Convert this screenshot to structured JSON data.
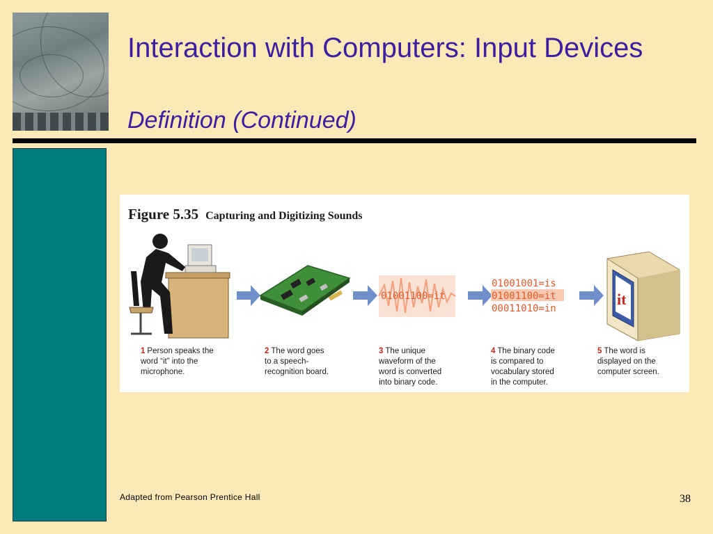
{
  "slide": {
    "title": "Interaction with Computers: Input Devices",
    "subtitle": "Definition (Continued)",
    "footer": "Adapted  from  Pearson  Prentice  Hall",
    "page_number": "38"
  },
  "figure": {
    "number": "Figure 5.35",
    "caption": "Capturing and Digitizing Sounds",
    "binary_codes": {
      "single": "01001100=it",
      "list": [
        "01001001=is",
        "01001100=it",
        "00011010=in"
      ],
      "highlighted_index": 1
    },
    "monitor_word": "it",
    "steps": [
      {
        "num": "1",
        "text": "Person speaks the\nword “it” into the\nmicrophone."
      },
      {
        "num": "2",
        "text": "The word goes\nto a speech-\nrecognition board."
      },
      {
        "num": "3",
        "text": "The unique\nwaveform of the\nword is converted\ninto binary code."
      },
      {
        "num": "4",
        "text": "The binary code\nis compared to\nvocabulary stored\nin the computer."
      },
      {
        "num": "5",
        "text": "The word is\ndisplayed on the\ncomputer screen."
      }
    ]
  },
  "colors": {
    "title": "#3c1ea0",
    "sidebar": "#007c7c",
    "arrow": "#6e8fc9",
    "binary": "#e05a2a",
    "step_number": "#c0281e"
  }
}
